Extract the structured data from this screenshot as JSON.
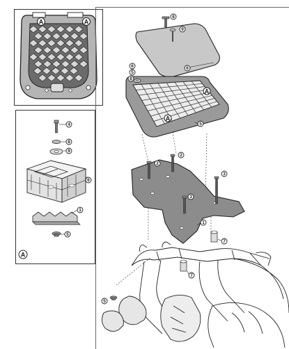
{
  "marker_label": "A",
  "callouts": {
    "one": "1",
    "two": "2",
    "three": "3",
    "four": "4",
    "five": "5",
    "six": "6",
    "seven": "7",
    "eight": "8",
    "nine": "9"
  },
  "colors": {
    "lid": "#c8c8c8",
    "base": "#9a9a9a",
    "plate": "#8c8c8c",
    "line": "#222222",
    "lattice": "#555555"
  }
}
